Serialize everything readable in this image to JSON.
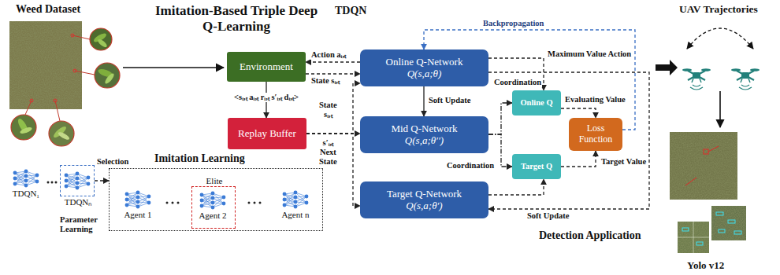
{
  "diagram": {
    "title": "Imitation-Based Triple Deep Q-Learning",
    "nodes": [
      {
        "text": [
          "Environment"
        ]
      },
      {
        "text": [
          "Replay Buffer"
        ]
      },
      {
        "text": [
          "Online Q-Network",
          "Q(s,a;θ)"
        ]
      },
      {
        "text": [
          "Mid Q-Network",
          "Q(s,a;θ′′)"
        ]
      },
      {
        "text": [
          "Target Q-Network",
          "Q(s,a;θ′)"
        ]
      },
      {
        "text": [
          "Online Q"
        ]
      },
      {
        "text": [
          "Target Q"
        ]
      },
      {
        "text": [
          "Loss Function"
        ]
      },
      {
        "text": [
          "TDQN₁"
        ]
      },
      {
        "text": [
          "TDQNₙ"
        ]
      },
      {
        "text": []
      },
      {
        "text": [
          "Agent 1"
        ],
        "in": 10
      },
      {
        "text": [
          "Elite"
        ],
        "in": 10
      },
      {
        "text": [
          "Agent 2"
        ],
        "in": 12
      },
      {
        "text": [
          "Agent n"
        ],
        "in": 10
      }
    ],
    "edges": [
      {
        "from": 2,
        "to": 0,
        "arrow": "to",
        "label": "Action aᵢ,ₜ"
      },
      {
        "from": 0,
        "to": 2,
        "arrow": "to",
        "label": "State sᵢ,ₜ"
      },
      {
        "from": 0,
        "to": 1,
        "arrow": "to",
        "label": "<sᵢ,ₜ aᵢ,ₜ rᵢ,ₜ s′ᵢ,ₜ dᵢ,ₜ>"
      },
      {
        "from": 1,
        "to": 2,
        "arrow": "to",
        "label": "State sᵢ,ₜ"
      },
      {
        "from": 1,
        "to": 3,
        "arrow": "to"
      },
      {
        "from": 1,
        "to": 4,
        "arrow": "to",
        "label": "s′ᵢ,ₜ Next State"
      },
      {
        "from": 2,
        "to": 3,
        "arrow": "to",
        "label": "Soft Update"
      },
      {
        "from": 2,
        "to": 5,
        "arrow": "to",
        "label": "Maximum Value Action"
      },
      {
        "from": 2,
        "to": 4,
        "arrow": "to",
        "label": "Soft Update"
      },
      {
        "from": 3,
        "to": 5,
        "arrow": "to",
        "label": "Coordination"
      },
      {
        "from": 3,
        "to": 6,
        "arrow": "to",
        "label": "Coordination"
      },
      {
        "from": 4,
        "to": 6,
        "arrow": "to"
      },
      {
        "from": 5,
        "to": 7,
        "arrow": "to",
        "label": "Evaluating Value"
      },
      {
        "from": 6,
        "to": 7,
        "arrow": "to",
        "label": "Target Value"
      },
      {
        "from": 7,
        "to": 2,
        "arrow": "to",
        "label": "Backpropagation"
      },
      {
        "from": 9,
        "to": 10,
        "arrow": "to",
        "label": "Selection"
      }
    ],
    "labels": [
      "Weed Dataset",
      "TDQN",
      "UAV Trajectories",
      "Imitation Learning",
      "Parameter Learning",
      "Detection Application",
      "Yolo v12"
    ]
  }
}
